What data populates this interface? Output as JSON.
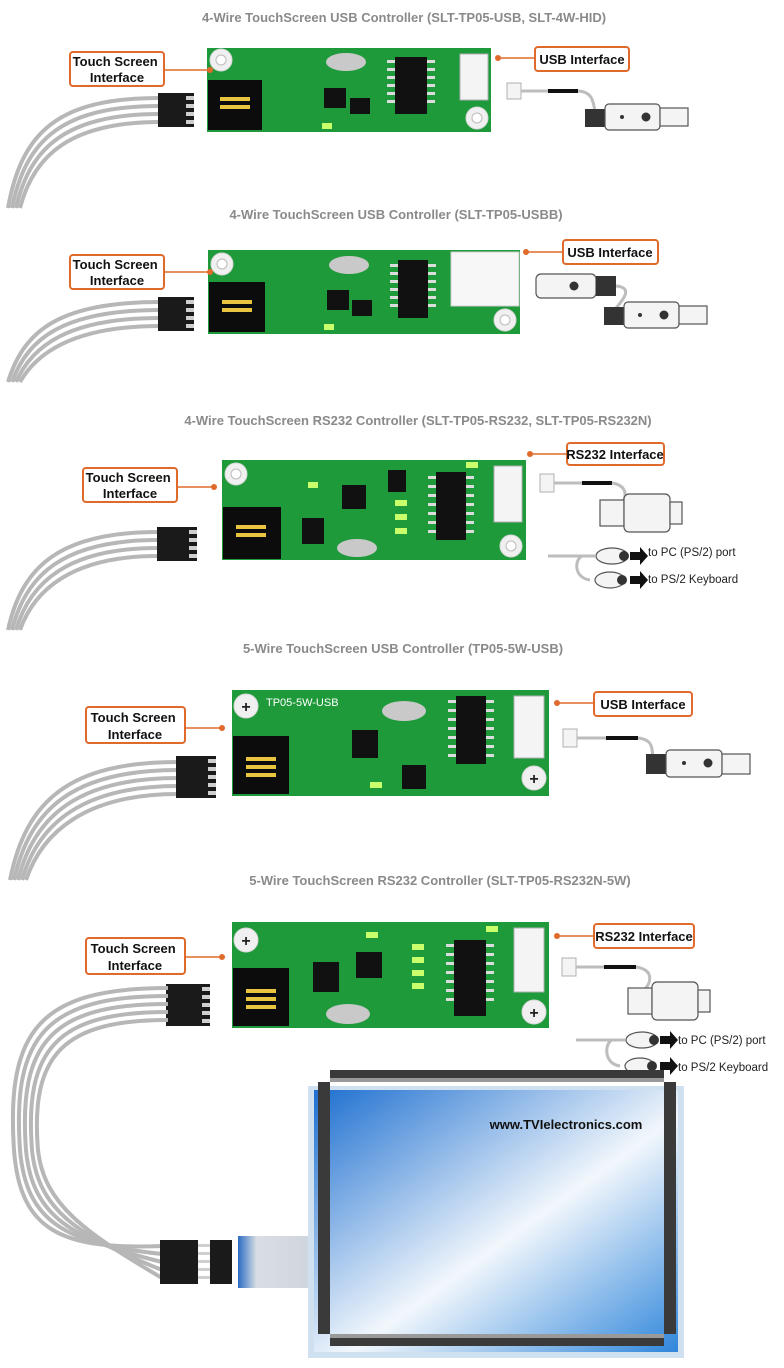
{
  "sections": [
    {
      "title": "4-Wire TouchScreen USB Controller (SLT-TP05-USB, SLT-4W-HID)",
      "left_label": "Touch Screen Interface",
      "right_label": "USB Interface"
    },
    {
      "title": "4-Wire TouchScreen USB Controller (SLT-TP05-USBB)",
      "left_label": "Touch Screen Interface",
      "right_label": "USB Interface"
    },
    {
      "title": "4-Wire TouchScreen RS232 Controller (SLT-TP05-RS232, SLT-TP05-RS232N)",
      "left_label": "Touch Screen Interface",
      "right_label": "RS232 Interface",
      "port_pc": "to PC (PS/2) port",
      "port_kb": "to PS/2 Keyboard"
    },
    {
      "title": "5-Wire TouchScreen USB Controller (TP05-5W-USB)",
      "left_label": "Touch Screen Interface",
      "right_label": "USB Interface",
      "board_label": "TP05-5W-USB"
    },
    {
      "title": "5-Wire TouchScreen RS232 Controller (SLT-TP05-RS232N-5W)",
      "left_label": "Touch Screen Interface",
      "right_label": "RS232 Interface",
      "port_pc": "to PC (PS/2) port",
      "port_kb": "to PS/2 Keyboard"
    }
  ],
  "touch_panel": {
    "website": "www.TVIelectronics.com"
  },
  "colors": {
    "pcb": "#1f9a3b",
    "callout_border": "#e06a2c",
    "title_gray": "#8a8a8a",
    "panel_blue": "#2f7fd6"
  },
  "icons": [
    "usb-a-plug-icon",
    "usb-b-plug-icon",
    "db9-connector-icon",
    "ps2-connector-icon",
    "arrow-right-icon"
  ]
}
